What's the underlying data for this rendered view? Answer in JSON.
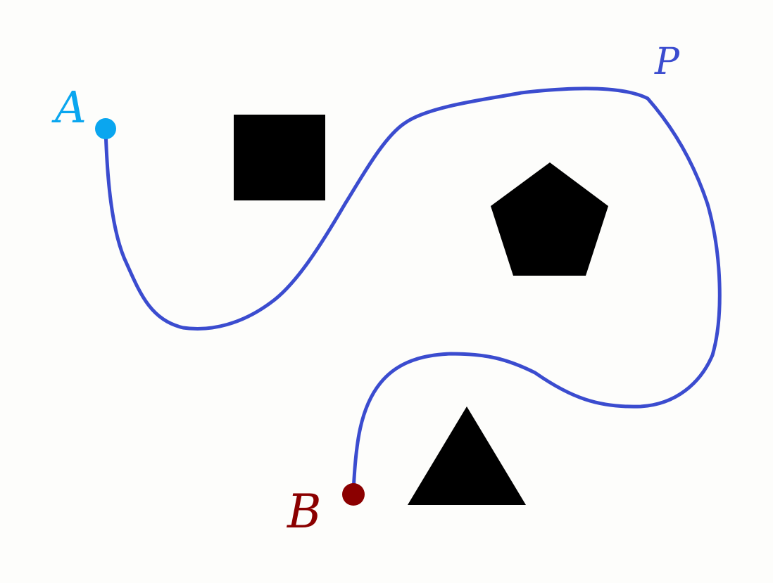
{
  "labels": {
    "start": "A",
    "end": "B",
    "path": "P"
  },
  "colors": {
    "background": "#fdfdfb",
    "path": "#3b4ccf",
    "start_point": "#0aa6ef",
    "end_point": "#8b0000",
    "obstacle": "#000000"
  },
  "obstacles": [
    "square",
    "pentagon",
    "triangle"
  ]
}
